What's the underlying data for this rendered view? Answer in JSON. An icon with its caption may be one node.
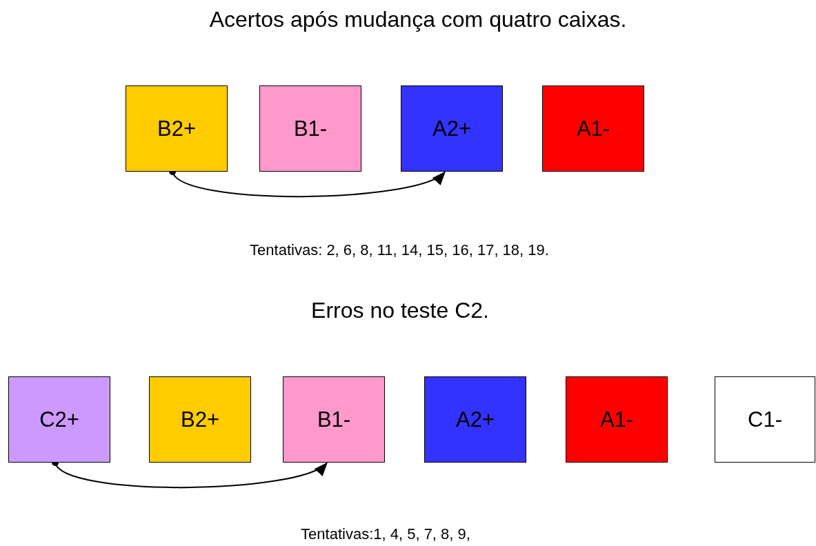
{
  "diagram": {
    "title": "Acertos após mudança com quatro caixas.",
    "nodes": [
      {
        "text": [
          "B2+"
        ]
      },
      {
        "text": [
          "B1-"
        ]
      },
      {
        "text": [
          "A2+"
        ]
      },
      {
        "text": [
          "A1-"
        ]
      },
      {
        "text": [
          "C2+"
        ]
      },
      {
        "text": [
          "B2+"
        ]
      },
      {
        "text": [
          "B1-"
        ]
      },
      {
        "text": [
          "A2+"
        ]
      },
      {
        "text": [
          "A1-"
        ]
      },
      {
        "text": [
          "C1-"
        ]
      }
    ],
    "edges": [
      {
        "from": 0,
        "to": 2,
        "arrow": "to"
      },
      {
        "from": 4,
        "to": 6,
        "arrow": "to"
      }
    ],
    "labels": [
      "Tentativas: 2, 6, 8, 11, 14, 15, 16, 17, 18, 19.",
      "Erros no teste C2.",
      "Tentativas:1, 4, 5, 7, 8, 9,"
    ]
  }
}
